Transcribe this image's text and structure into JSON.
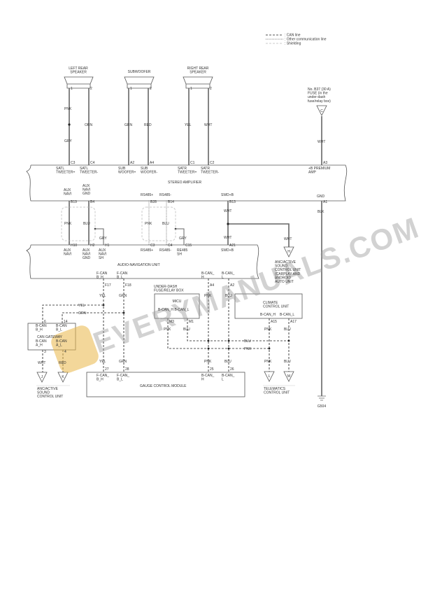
{
  "legend": {
    "can_line": ": CAN line",
    "other_line": ": Other communication line",
    "shielding": ": Shielding"
  },
  "speakers": {
    "left_rear": [
      "LEFT REAR",
      "SPEAKER"
    ],
    "subwoofer": [
      "SUBWOOFER"
    ],
    "right_rear": [
      "RIGHT REAR",
      "SPEAKER"
    ],
    "pin1": "1",
    "pin2": "2"
  },
  "fuse": {
    "label": [
      "No. B37 (30 A)",
      "FUSE (in the",
      "under-dash",
      "fuse/relay box)"
    ],
    "connector": "C"
  },
  "stereo_amplifier": {
    "title": "STEREO AMPLIFIER",
    "pins": {
      "C3": "C3",
      "C4": "C4",
      "A2": "A2",
      "A4": "A4",
      "C1": "C1",
      "C2": "C2",
      "A3": "A3",
      "B19": "B19",
      "B4": "B4",
      "B28": "B28",
      "B14": "B14",
      "B13": "B13",
      "A1": "A1"
    },
    "terminals": {
      "satl_p": [
        "SATL",
        "TWEETER+"
      ],
      "satl_n": [
        "SATL",
        "TWEETER-"
      ],
      "sub_p": [
        "SUB",
        "WOOFER+"
      ],
      "sub_n": [
        "SUB",
        "WOOFER-"
      ],
      "satr_p": [
        "SATR",
        "TWEETER+"
      ],
      "satr_n": [
        "SATR",
        "TWEETER-"
      ],
      "bplus": [
        "+B PREMIUM",
        "AMP"
      ],
      "aux_navi": [
        "AUX",
        "NAVI"
      ],
      "aux_gnd": [
        "AUX",
        "NAVI",
        "GND"
      ],
      "rs_p": "RS485+",
      "rs_n": "RS485-",
      "swd": "SWD+B",
      "gnd": "GND"
    }
  },
  "audio_navigation_unit": {
    "title": "AUDIO-NAVIGATION UNIT",
    "pins": {
      "H10": "H10",
      "H2": "H2",
      "H1": "H1",
      "C3": "C3",
      "C4": "C4",
      "C15": "C15",
      "A21": "A21",
      "F17": "F17",
      "F18": "F18",
      "A4": "A4",
      "A2": "A2"
    },
    "terminals": {
      "aux_navi": [
        "AUX",
        "NAVI"
      ],
      "aux_gnd": [
        "AUX",
        "NAVI",
        "GND"
      ],
      "aux_sh": [
        "AUX",
        "NAVI",
        "SH"
      ],
      "rs_p": "RS485+",
      "rs_n": "RS485-",
      "rs_sh": [
        "RE485",
        "SH"
      ],
      "swd": "SWD+B",
      "fcan_h": [
        "F-CAN",
        "B_H"
      ],
      "fcan_l": [
        "F-CAN",
        "B_L"
      ],
      "bcan_h": [
        "B-CAN_",
        "H"
      ],
      "bcan_l": [
        "B-CAN_",
        "L"
      ]
    }
  },
  "anc_carplay": {
    "label": [
      "ANC/ACTIVE",
      "SOUND",
      "CONTROL UNIT",
      "(CARPLAY AND",
      "ANDROID",
      "AUTO UNIT"
    ],
    "connector": "H"
  },
  "micu": {
    "box_label": [
      "UNDER-DASH",
      "FUSE/RELAY BOX"
    ],
    "title": "MICU",
    "terminals": "B-CAN_H  B-CAN_L",
    "pins": {
      "M3": "M3",
      "M1": "M1"
    }
  },
  "can_gateway": {
    "title": "CAN GATEWAY",
    "terminals": {
      "bh": [
        "B-CAN",
        "B_H"
      ],
      "bl": [
        "B-CAN",
        "B_L"
      ],
      "ah": [
        "B-CAN",
        "A_H"
      ],
      "al": [
        "B-CAN",
        "A_L"
      ]
    },
    "pins": {
      "p6": "6",
      "p14": "14",
      "p3": "3",
      "p4": "4"
    }
  },
  "anc_sound": {
    "label": [
      "ANC/ACTIVE",
      "SOUND",
      "CONTROL UNIT"
    ],
    "conn_j": "J",
    "conn_k": "K"
  },
  "climate": {
    "title": [
      "CLIMATE",
      "CONTROL UNIT"
    ],
    "th": "B-CAN_H",
    "tl": "B-CAN_L",
    "pins": {
      "A15": "A15",
      "A17": "A17"
    }
  },
  "gauge": {
    "title": "GAUGE CONTROL MODULE",
    "pins": {
      "p27": "27",
      "p28": "28",
      "p25": "25",
      "p26": "26"
    },
    "terminals": {
      "fh": [
        "F-CAN_",
        "B_H"
      ],
      "fl": [
        "F-CAN_",
        "B_L"
      ],
      "bh": [
        "B-CAN_",
        "H"
      ],
      "bl": [
        "B-CAN_",
        "L"
      ]
    }
  },
  "telematics": {
    "label": [
      "TELEMATICS",
      "CONTROL UNIT"
    ],
    "conn_l": "L",
    "conn_m": "M"
  },
  "ground": "G504",
  "wires": {
    "PNK": "PNK",
    "GRY": "GRY",
    "ORN": "ORN",
    "GRN": "GRN",
    "RED": "RED",
    "YEL": "YEL",
    "WHT": "WHT",
    "BLU": "BLU",
    "BLK": "BLK"
  },
  "watermark": "EVERYMANUALS.COM"
}
